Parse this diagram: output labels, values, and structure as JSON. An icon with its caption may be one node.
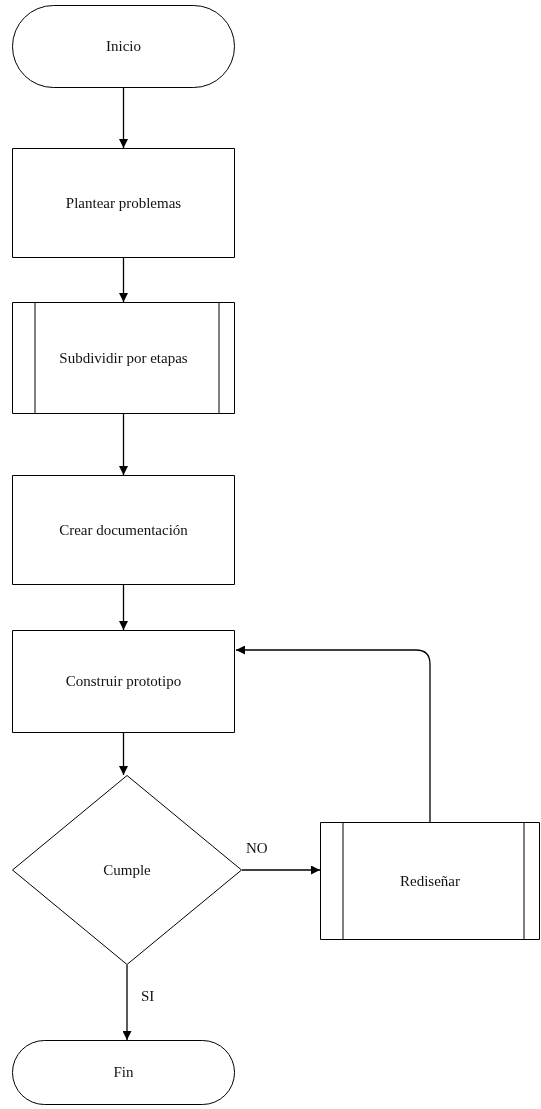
{
  "diagram": {
    "nodes": [
      {
        "text": [
          "Inicio"
        ]
      },
      {
        "text": [
          "Plantear problemas"
        ]
      },
      {
        "text": [
          "Subdividir por etapas"
        ]
      },
      {
        "text": [
          "Crear documentación"
        ]
      },
      {
        "text": [
          "Construir prototipo"
        ]
      },
      {
        "text": [
          "Cumple"
        ]
      },
      {
        "text": [
          "Rediseñar"
        ]
      },
      {
        "text": [
          "Fin"
        ]
      }
    ],
    "edges": [
      {
        "from": 0,
        "to": 1,
        "arrow": "to"
      },
      {
        "from": 1,
        "to": 2,
        "arrow": "to"
      },
      {
        "from": 2,
        "to": 3,
        "arrow": "to"
      },
      {
        "from": 3,
        "to": 4,
        "arrow": "to"
      },
      {
        "from": 4,
        "to": 5,
        "arrow": "to"
      },
      {
        "from": 5,
        "to": 6,
        "arrow": "to",
        "label": "NO"
      },
      {
        "from": 6,
        "to": 4,
        "arrow": "to"
      },
      {
        "from": 5,
        "to": 7,
        "arrow": "to",
        "label": "SI"
      }
    ]
  }
}
